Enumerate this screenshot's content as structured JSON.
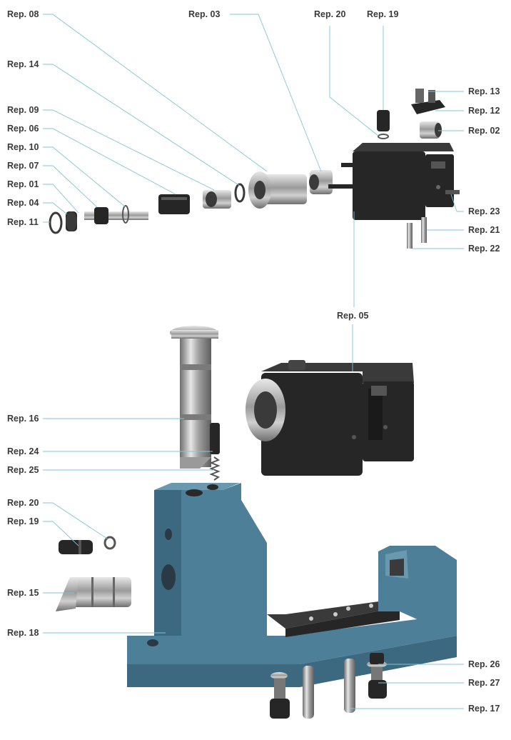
{
  "labels": {
    "rep08": "Rep. 08",
    "rep03": "Rep. 03",
    "rep20a": "Rep. 20",
    "rep19a": "Rep. 19",
    "rep14": "Rep. 14",
    "rep13": "Rep. 13",
    "rep12": "Rep. 12",
    "rep09": "Rep. 09",
    "rep02": "Rep. 02",
    "rep06": "Rep. 06",
    "rep10": "Rep. 10",
    "rep07": "Rep. 07",
    "rep01": "Rep. 01",
    "rep04": "Rep. 04",
    "rep11": "Rep. 11",
    "rep23": "Rep. 23",
    "rep21": "Rep. 21",
    "rep22": "Rep. 22",
    "rep05": "Rep. 05",
    "rep16": "Rep. 16",
    "rep24": "Rep. 24",
    "rep25": "Rep. 25",
    "rep20b": "Rep. 20",
    "rep19b": "Rep. 19",
    "rep15": "Rep. 15",
    "rep18": "Rep. 18",
    "rep26": "Rep. 26",
    "rep27": "Rep. 27",
    "rep17": "Rep. 17"
  },
  "colors": {
    "leader": "#7fc6d8",
    "label": "#3a3a3a",
    "base_blue": "#4d7f98",
    "dark_part": "#262626",
    "steel": "#b8b8b8"
  }
}
